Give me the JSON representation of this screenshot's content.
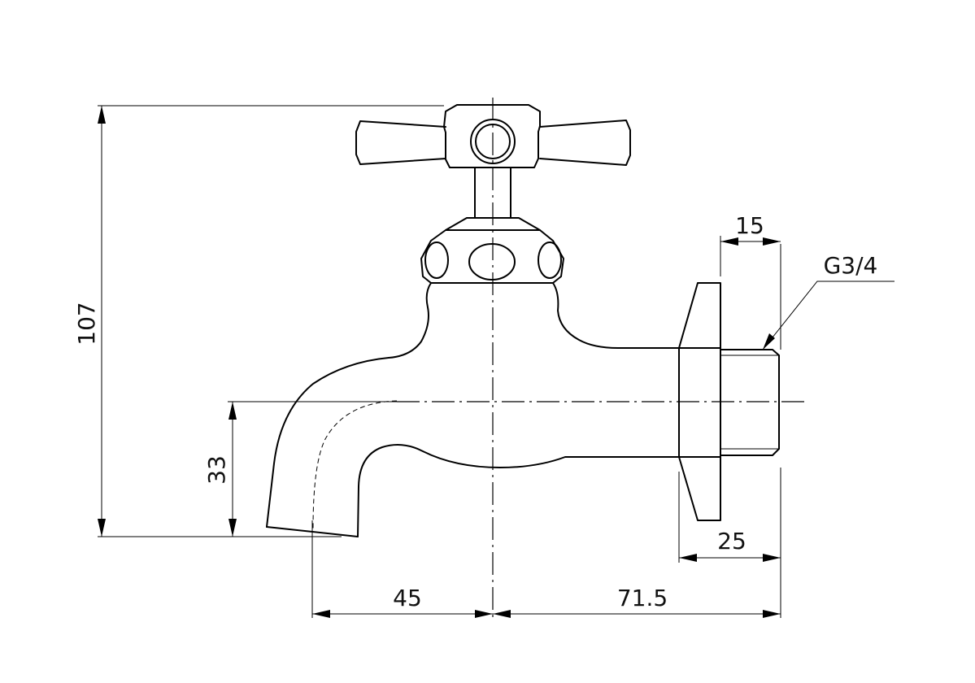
{
  "dimensions": {
    "overall_height": "107",
    "outlet_height": "33",
    "spout_reach": "45",
    "body_length": "71.5",
    "thread_length": "15",
    "flange_to_end": "25",
    "thread_size": "G3/4"
  }
}
